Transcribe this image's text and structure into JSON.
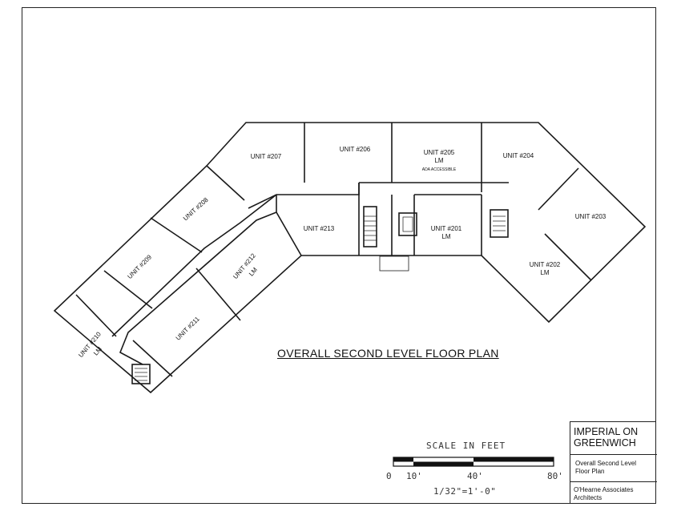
{
  "drawing": {
    "title": "OVERALL SECOND LEVEL FLOOR PLAN",
    "units": [
      {
        "id": "unit-207",
        "label": "UNIT #207"
      },
      {
        "id": "unit-206",
        "label": "UNIT #206"
      },
      {
        "id": "unit-205",
        "label": "UNIT #205",
        "sub": "LM",
        "note": "ADA ACCESSIBLE"
      },
      {
        "id": "unit-204",
        "label": "UNIT #204"
      },
      {
        "id": "unit-203",
        "label": "UNIT #203"
      },
      {
        "id": "unit-202",
        "label": "UNIT #202",
        "sub": "LM"
      },
      {
        "id": "unit-201",
        "label": "UNIT #201",
        "sub": "LM"
      },
      {
        "id": "unit-213",
        "label": "UNIT #213"
      },
      {
        "id": "unit-212",
        "label": "UNIT #212",
        "sub": "LM"
      },
      {
        "id": "unit-211",
        "label": "UNIT #211"
      },
      {
        "id": "unit-210",
        "label": "UNIT #210",
        "sub": "LM"
      },
      {
        "id": "unit-209",
        "label": "UNIT #209"
      },
      {
        "id": "unit-208",
        "label": "UNIT #208"
      }
    ]
  },
  "scale": {
    "title": "SCALE IN FEET",
    "ticks": [
      "0",
      "10'",
      "40'",
      "80'"
    ],
    "ratio": "1/32\"=1'-0\""
  },
  "title_block": {
    "project_line1": "IMPERIAL ON",
    "project_line2": "GREENWICH",
    "sheet_line1": "Overall Second Level",
    "sheet_line2": "Floor Plan",
    "firm_line1": "O'Hearne Associates",
    "firm_line2": "Architects"
  },
  "colors": {
    "line": "#1a1a1a",
    "paper": "#ffffff"
  }
}
